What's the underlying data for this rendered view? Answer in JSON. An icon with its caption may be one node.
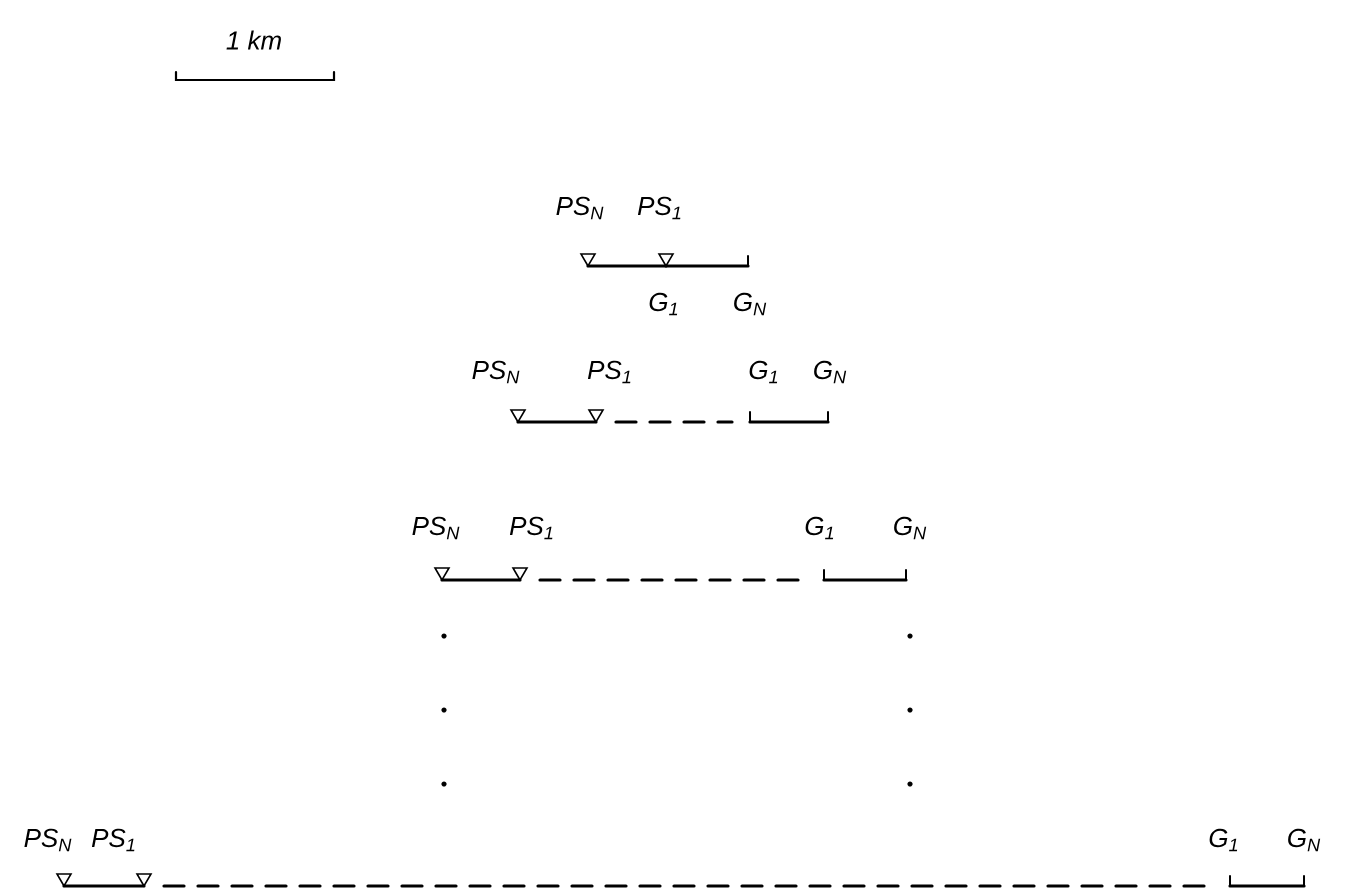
{
  "diagram": {
    "labels": [
      "1 km",
      "PS$_{N}$",
      "PS$_{1}$",
      "G$_{1}$",
      "G$_{N}$",
      "PS$_{N}$",
      "PS$_{1}$",
      "G$_{1}$",
      "G$_{N}$",
      "PS$_{N}$",
      "PS$_{1}$",
      "G$_{1}$",
      "G$_{N}$",
      "PS$_{N}$",
      "PS$_{1}$",
      "G$_{1}$",
      "G$_{N}$"
    ]
  }
}
